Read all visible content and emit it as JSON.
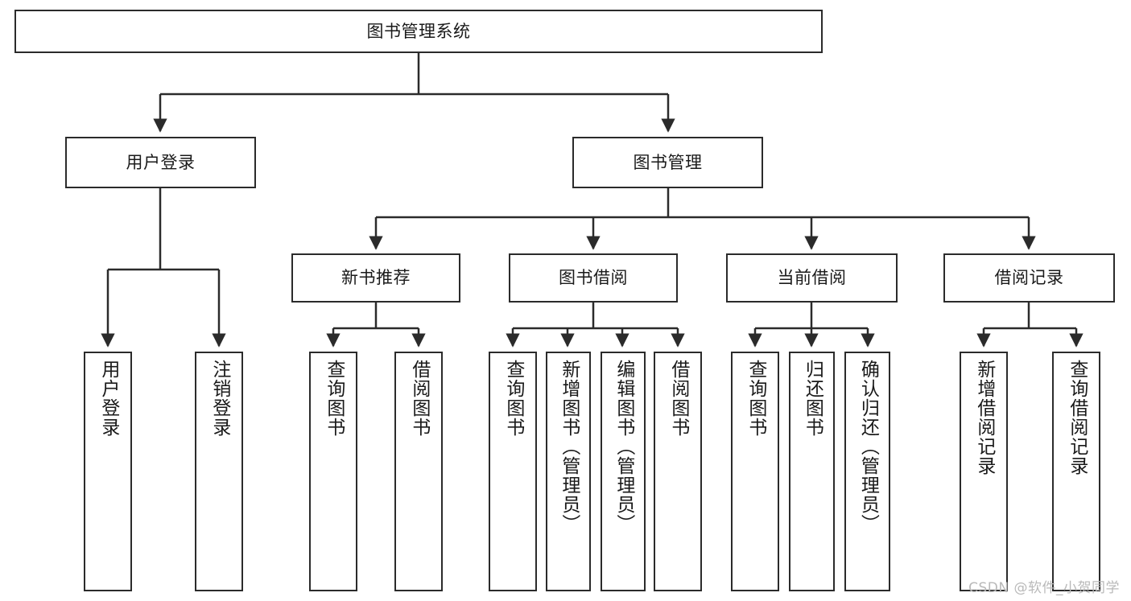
{
  "diagram": {
    "title": "图书管理系统",
    "type": "tree",
    "watermark": "CSDN @软件_小贺同学",
    "colors": {
      "stroke": "#2b2b2b",
      "fill": "#ffffff",
      "text": "#1a1a1a",
      "watermark": "#b9b9b9"
    },
    "root": {
      "label": "图书管理系统"
    },
    "level2": [
      {
        "label": "用户登录"
      },
      {
        "label": "图书管理"
      }
    ],
    "level3": [
      {
        "label": "新书推荐"
      },
      {
        "label": "图书借阅"
      },
      {
        "label": "当前借阅"
      },
      {
        "label": "借阅记录"
      }
    ],
    "leaves": {
      "user_login": [
        {
          "label": "用户登录"
        },
        {
          "label": "注销登录"
        }
      ],
      "new_book_recommend": [
        {
          "label": "查询图书"
        },
        {
          "label": "借阅图书"
        }
      ],
      "book_borrow": [
        {
          "label": "查询图书"
        },
        {
          "label": "新增图书（管理员）"
        },
        {
          "label": "编辑图书（管理员）"
        },
        {
          "label": "借阅图书"
        }
      ],
      "current_borrow": [
        {
          "label": "查询图书"
        },
        {
          "label": "归还图书"
        },
        {
          "label": "确认归还（管理员）"
        }
      ],
      "borrow_record": [
        {
          "label": "新增借阅记录"
        },
        {
          "label": "查询借阅记录"
        }
      ]
    }
  }
}
